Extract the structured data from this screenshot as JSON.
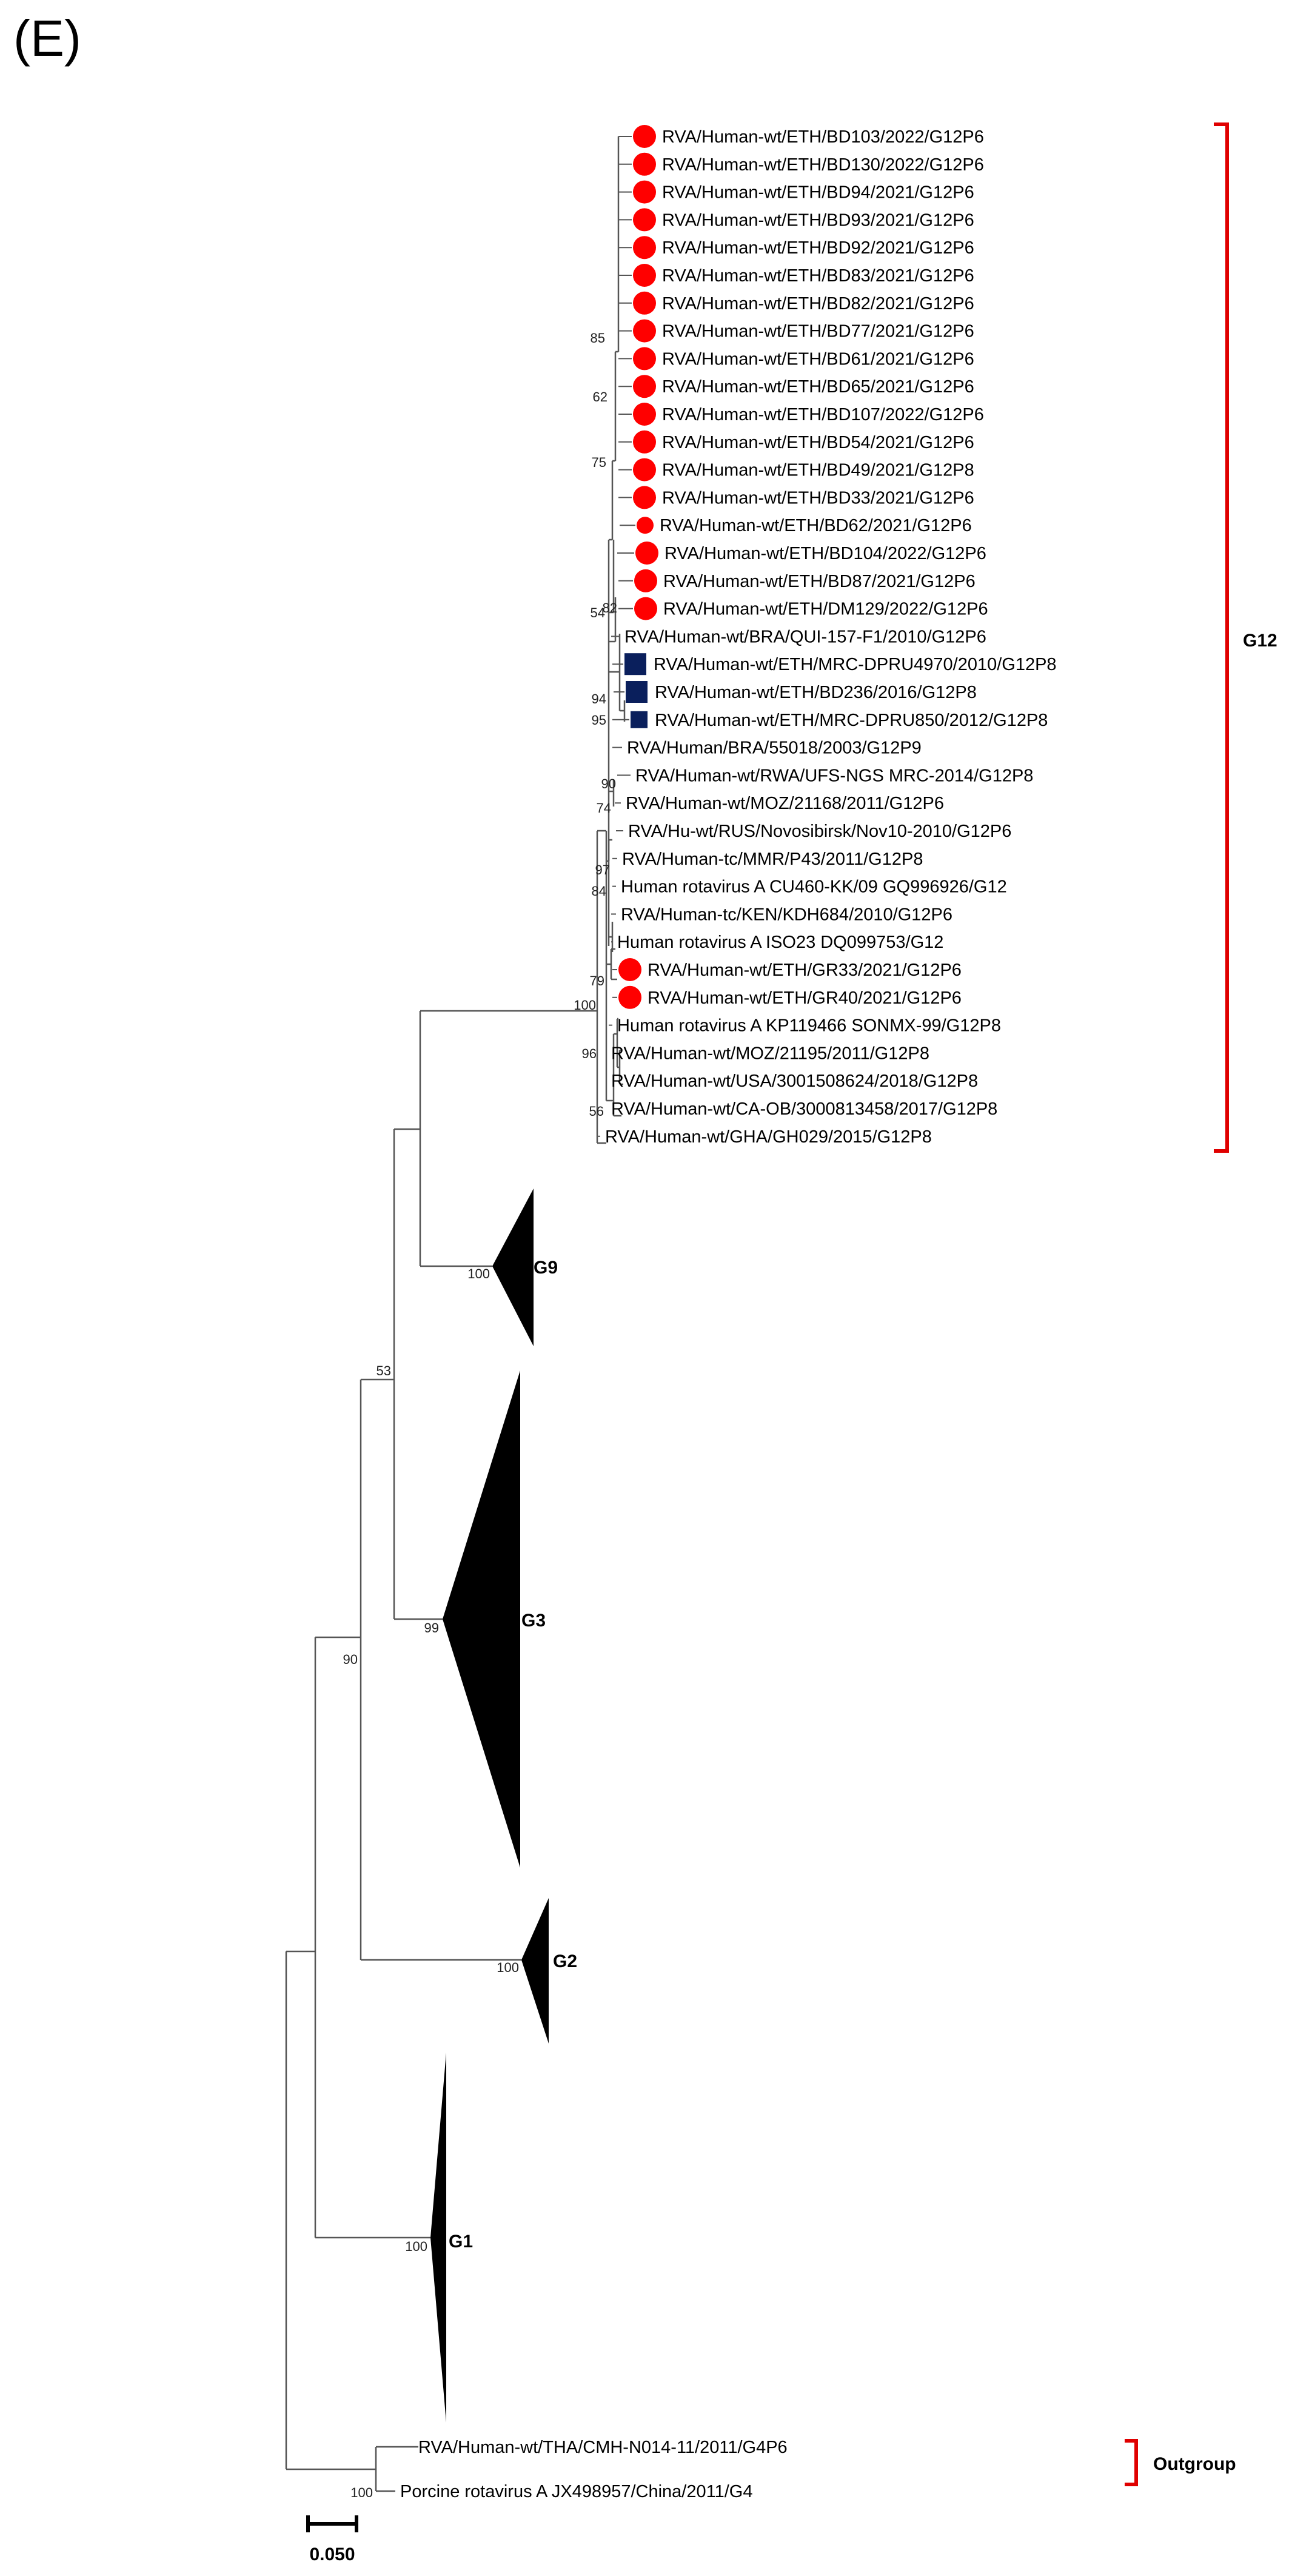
{
  "figure": {
    "panel_label": "(E)",
    "clades": {
      "G12": "G12",
      "G9": "G9",
      "G3": "G3",
      "G2": "G2",
      "G1": "G1",
      "outgroup": "Outgroup"
    },
    "scale_bar_label": "0.050",
    "colors": {
      "ethiopian_circle": "#ff0000",
      "reference_square": "#0a1f5c",
      "clade_bracket": "#e00000",
      "branch": "#555555",
      "collapsed_clade": "#000000"
    },
    "g12_leaves": [
      {
        "label": "RVA/Human-wt/ETH/BD103/2022/G12P6",
        "marker": "circle"
      },
      {
        "label": "RVA/Human-wt/ETH/BD130/2022/G12P6",
        "marker": "circle"
      },
      {
        "label": "RVA/Human-wt/ETH/BD94/2021/G12P6",
        "marker": "circle"
      },
      {
        "label": "RVA/Human-wt/ETH/BD93/2021/G12P6",
        "marker": "circle"
      },
      {
        "label": "RVA/Human-wt/ETH/BD92/2021/G12P6",
        "marker": "circle"
      },
      {
        "label": "RVA/Human-wt/ETH/BD83/2021/G12P6",
        "marker": "circle"
      },
      {
        "label": "RVA/Human-wt/ETH/BD82/2021/G12P6",
        "marker": "circle"
      },
      {
        "label": "RVA/Human-wt/ETH/BD77/2021/G12P6",
        "marker": "circle"
      },
      {
        "label": "RVA/Human-wt/ETH/BD61/2021/G12P6",
        "marker": "circle"
      },
      {
        "label": "RVA/Human-wt/ETH/BD65/2021/G12P6",
        "marker": "circle"
      },
      {
        "label": "RVA/Human-wt/ETH/BD107/2022/G12P6",
        "marker": "circle"
      },
      {
        "label": "RVA/Human-wt/ETH/BD54/2021/G12P6",
        "marker": "circle"
      },
      {
        "label": "RVA/Human-wt/ETH/BD49/2021/G12P8",
        "marker": "circle"
      },
      {
        "label": "RVA/Human-wt/ETH/BD33/2021/G12P6",
        "marker": "circle"
      },
      {
        "label": "RVA/Human-wt/ETH/BD62/2021/G12P6",
        "marker": "circle"
      },
      {
        "label": "RVA/Human-wt/ETH/BD104/2022/G12P6",
        "marker": "circle"
      },
      {
        "label": "RVA/Human-wt/ETH/BD87/2021/G12P6",
        "marker": "circle"
      },
      {
        "label": "RVA/Human-wt/ETH/DM129/2022/G12P6",
        "marker": "circle"
      },
      {
        "label": "RVA/Human-wt/BRA/QUI-157-F1/2010/G12P6",
        "marker": ""
      },
      {
        "label": "RVA/Human-wt/ETH/MRC-DPRU4970/2010/G12P8",
        "marker": "square"
      },
      {
        "label": "RVA/Human-wt/ETH/BD236/2016/G12P8",
        "marker": "square"
      },
      {
        "label": "RVA/Human-wt/ETH/MRC-DPRU850/2012/G12P8",
        "marker": "square"
      },
      {
        "label": "RVA/Human/BRA/55018/2003/G12P9",
        "marker": ""
      },
      {
        "label": "RVA/Human-wt/RWA/UFS-NGS MRC-2014/G12P8",
        "marker": ""
      },
      {
        "label": "RVA/Human-wt/MOZ/21168/2011/G12P6",
        "marker": ""
      },
      {
        "label": "RVA/Hu-wt/RUS/Novosibirsk/Nov10-2010/G12P6",
        "marker": ""
      },
      {
        "label": "RVA/Human-tc/MMR/P43/2011/G12P8",
        "marker": ""
      },
      {
        "label": "Human rotavirus A CU460-KK/09 GQ996926/G12",
        "marker": ""
      },
      {
        "label": "RVA/Human-tc/KEN/KDH684/2010/G12P6",
        "marker": ""
      },
      {
        "label": "Human rotavirus A ISO23 DQ099753/G12",
        "marker": ""
      },
      {
        "label": "RVA/Human-wt/ETH/GR33/2021/G12P6",
        "marker": "circle"
      },
      {
        "label": "RVA/Human-wt/ETH/GR40/2021/G12P6",
        "marker": "circle"
      },
      {
        "label": "Human rotavirus A KP119466 SONMX-99/G12P8",
        "marker": ""
      },
      {
        "label": "RVA/Human-wt/MOZ/21195/2011/G12P8",
        "marker": ""
      },
      {
        "label": "RVA/Human-wt/USA/3001508624/2018/G12P8",
        "marker": ""
      },
      {
        "label": "RVA/Human-wt/CA-OB/3000813458/2017/G12P8",
        "marker": ""
      },
      {
        "label": "RVA/Human-wt/GHA/GH029/2015/G12P8",
        "marker": ""
      }
    ],
    "outgroup_leaves": [
      {
        "label": "RVA/Human-wt/THA/CMH-N014-11/2011/G4P6"
      },
      {
        "label": "Porcine rotavirus A JX498957/China/2011/G4"
      }
    ],
    "bootstrap": {
      "g12_85": "85",
      "g12_62": "62",
      "g12_75": "75",
      "g12_82": "82",
      "g12_54": "54",
      "g12_94": "94",
      "g12_95": "95",
      "g12_90": "90",
      "g12_74": "74",
      "g12_97": "97",
      "g12_84": "84",
      "g12_79": "79",
      "g12_96": "96",
      "g12_56": "56",
      "g12_root": "100",
      "g9": "100",
      "g9_g12": "53",
      "g3": "99",
      "g12_g9_g3_g2": "90",
      "g2": "100",
      "g1": "100",
      "outgroup": "100"
    }
  }
}
